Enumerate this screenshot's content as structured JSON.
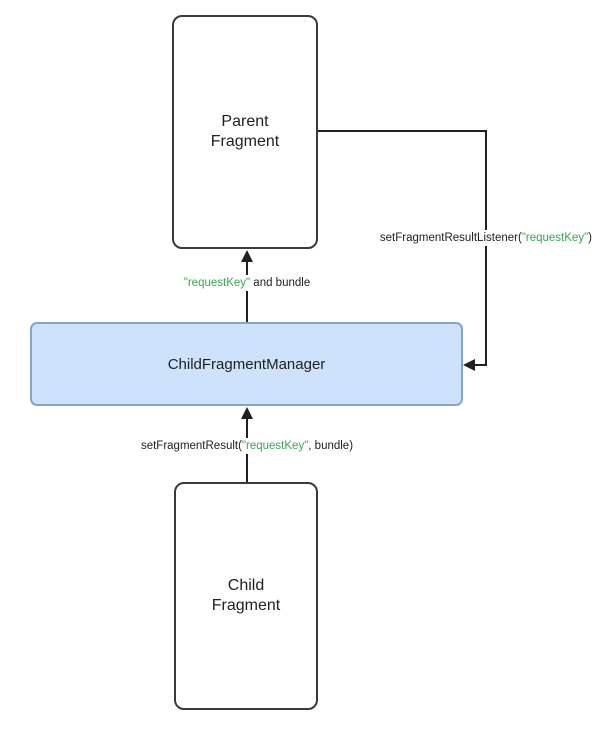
{
  "diagram": {
    "boxes": {
      "parent": {
        "line1": "Parent",
        "line2": "Fragment"
      },
      "manager": {
        "label": "ChildFragmentManager"
      },
      "child": {
        "line1": "Child",
        "line2": "Fragment"
      }
    },
    "edge_labels": {
      "listener": {
        "prefix": "setFragmentResultListener(",
        "key": "\"requestKey\"",
        "suffix": ")"
      },
      "to_parent": {
        "key": "\"requestKey\"",
        "suffix": " and bundle"
      },
      "set_result": {
        "prefix": "setFragmentResult(",
        "key": "\"requestKey\"",
        "suffix": ", bundle)"
      }
    },
    "colors": {
      "line": "#212121",
      "text": "#212121",
      "key_green": "#34a853",
      "manager_fill": "#cfe2fb",
      "manager_border": "#84a3d3"
    }
  }
}
